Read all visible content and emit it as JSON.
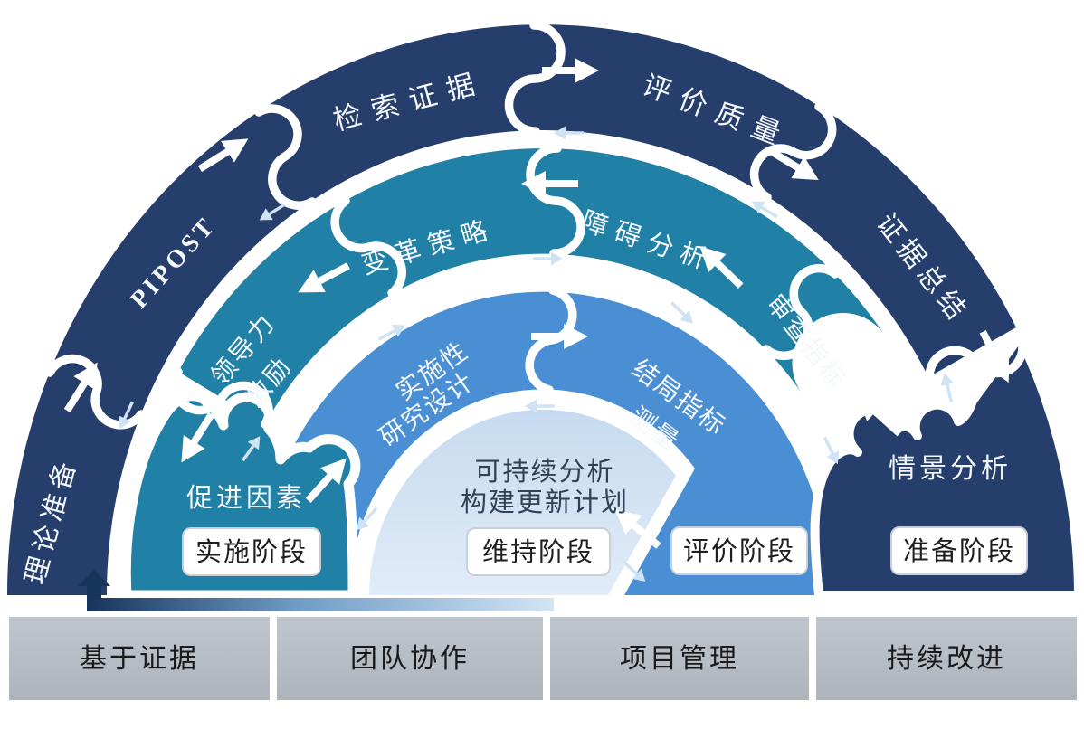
{
  "diagram": {
    "title_semantics": "evidence-based practice implementation arch model",
    "outer_ring": {
      "color": "#263e6c",
      "phase": "准备阶段",
      "segments": {
        "s1": "理论准备",
        "s2": "PIPOST",
        "s3": "检索证据",
        "s4": "评价质量",
        "s5": "证据总结",
        "s6": "情景分析"
      }
    },
    "middle_ring": {
      "color": "#2080a6",
      "phase": "实施阶段",
      "segments": {
        "s1": "促进因素",
        "s2_line1": "领导力",
        "s2_line2": "激励",
        "s3": "变革策略",
        "s4": "障碍分析",
        "s5": "审查指标"
      }
    },
    "inner_ring": {
      "color": "#4a8ed3",
      "phase": "评价阶段",
      "segments": {
        "s1_line1": "实施性",
        "s1_line2": "研究设计",
        "s2_line1": "结局指标",
        "s2_line2": "测量"
      }
    },
    "core": {
      "color": "#cdddf1",
      "phase": "维持阶段",
      "line1": "可持续分析",
      "line2": "构建更新计划"
    },
    "flow": {
      "big_arrow_color": "#ffffff",
      "small_arrow_color": "#cfe3f4",
      "return_arrow_gradient": [
        "#16345c",
        "#6f9cc6",
        "#d3e4f4"
      ]
    }
  },
  "footer": {
    "bg_color": "#b6bcc3",
    "items": [
      "基于证据",
      "团队协作",
      "项目管理",
      "持续改进"
    ]
  }
}
